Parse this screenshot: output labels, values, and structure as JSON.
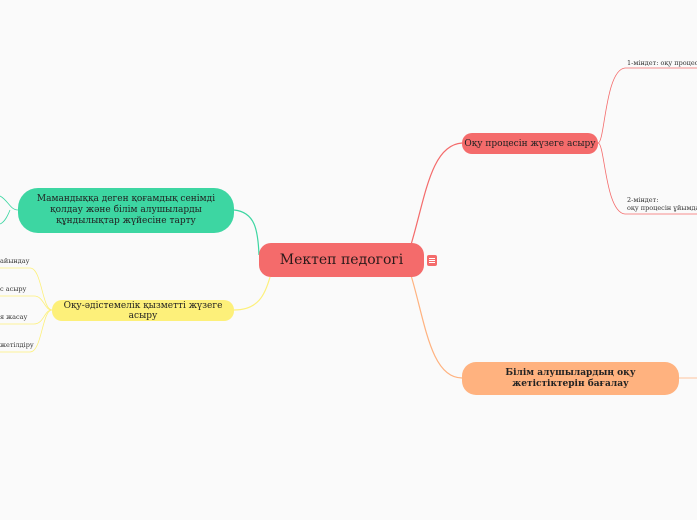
{
  "central": {
    "label": "Мектеп педогогі"
  },
  "right": {
    "red": {
      "label": "Оқу процесін жүзеге асыру",
      "sub1": "1-міндет: оқу процесін",
      "sub2_line1": "2-міндет:",
      "sub2_line2": "оқу процесін ұйымдаст"
    },
    "orange": {
      "label": "Білім алушылардың оқу жетістіктерін бағалау"
    }
  },
  "left": {
    "green": {
      "label": "Мамандыққа деген қоғамдық сенімді қолдау және білім алушыларды құндылықтар жүйесіне тарту"
    },
    "yellow": {
      "label": "Оқу-әдістемелік қызметті жүзеге асыру",
      "leaves": [
        "айындау",
        "с асыру",
        "я жасау",
        "жетілдіру"
      ]
    }
  },
  "colors": {
    "red": "#f46b6b",
    "orange": "#ffb27f",
    "green": "#3dd6a2",
    "yellow": "#fdf07a"
  }
}
